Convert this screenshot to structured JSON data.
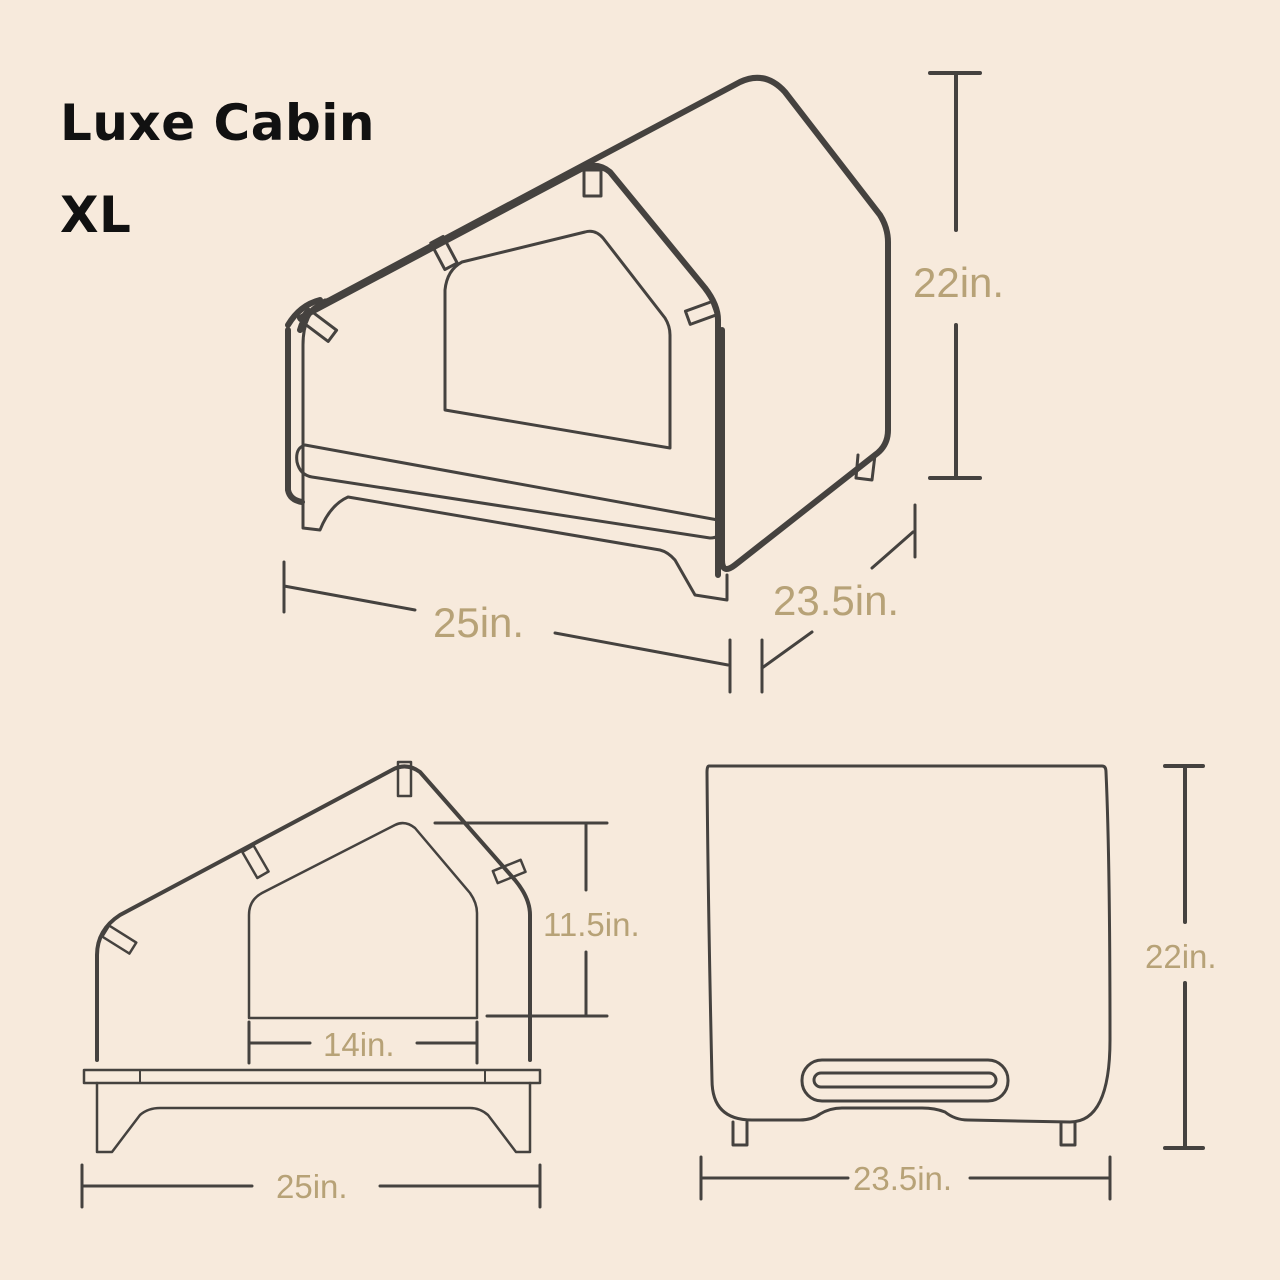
{
  "title": {
    "line1": "Luxe Cabin",
    "line2": "XL"
  },
  "colors": {
    "background": "#f7eadc",
    "line": "#45423f",
    "dimension_text": "#b7a277",
    "title_text": "#111111"
  },
  "views": {
    "perspective": {
      "height": "22in.",
      "width": "25in.",
      "depth": "23.5in."
    },
    "front": {
      "door_height": "11.5in.",
      "door_width": "14in.",
      "width": "25in."
    },
    "side": {
      "height": "22in.",
      "depth": "23.5in."
    }
  }
}
